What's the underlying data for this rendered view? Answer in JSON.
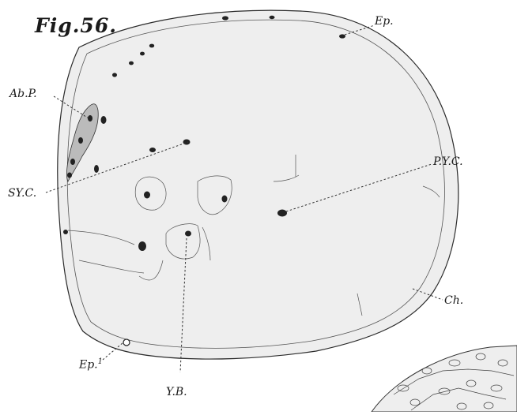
{
  "figure": {
    "title": "Fig.56.",
    "labels": {
      "ep": "Ep.",
      "ab_p": "Ab.P.",
      "syc": "SY.C.",
      "pyc": "P.Y.C.",
      "ch": "Ch.",
      "ep1": "Ep.",
      "ep1_sup": "1",
      "yb": "Y.B."
    }
  },
  "colors": {
    "ink": "#1a1a1a",
    "cell_fill": "#eeeeee",
    "nucleus": "#222222"
  }
}
